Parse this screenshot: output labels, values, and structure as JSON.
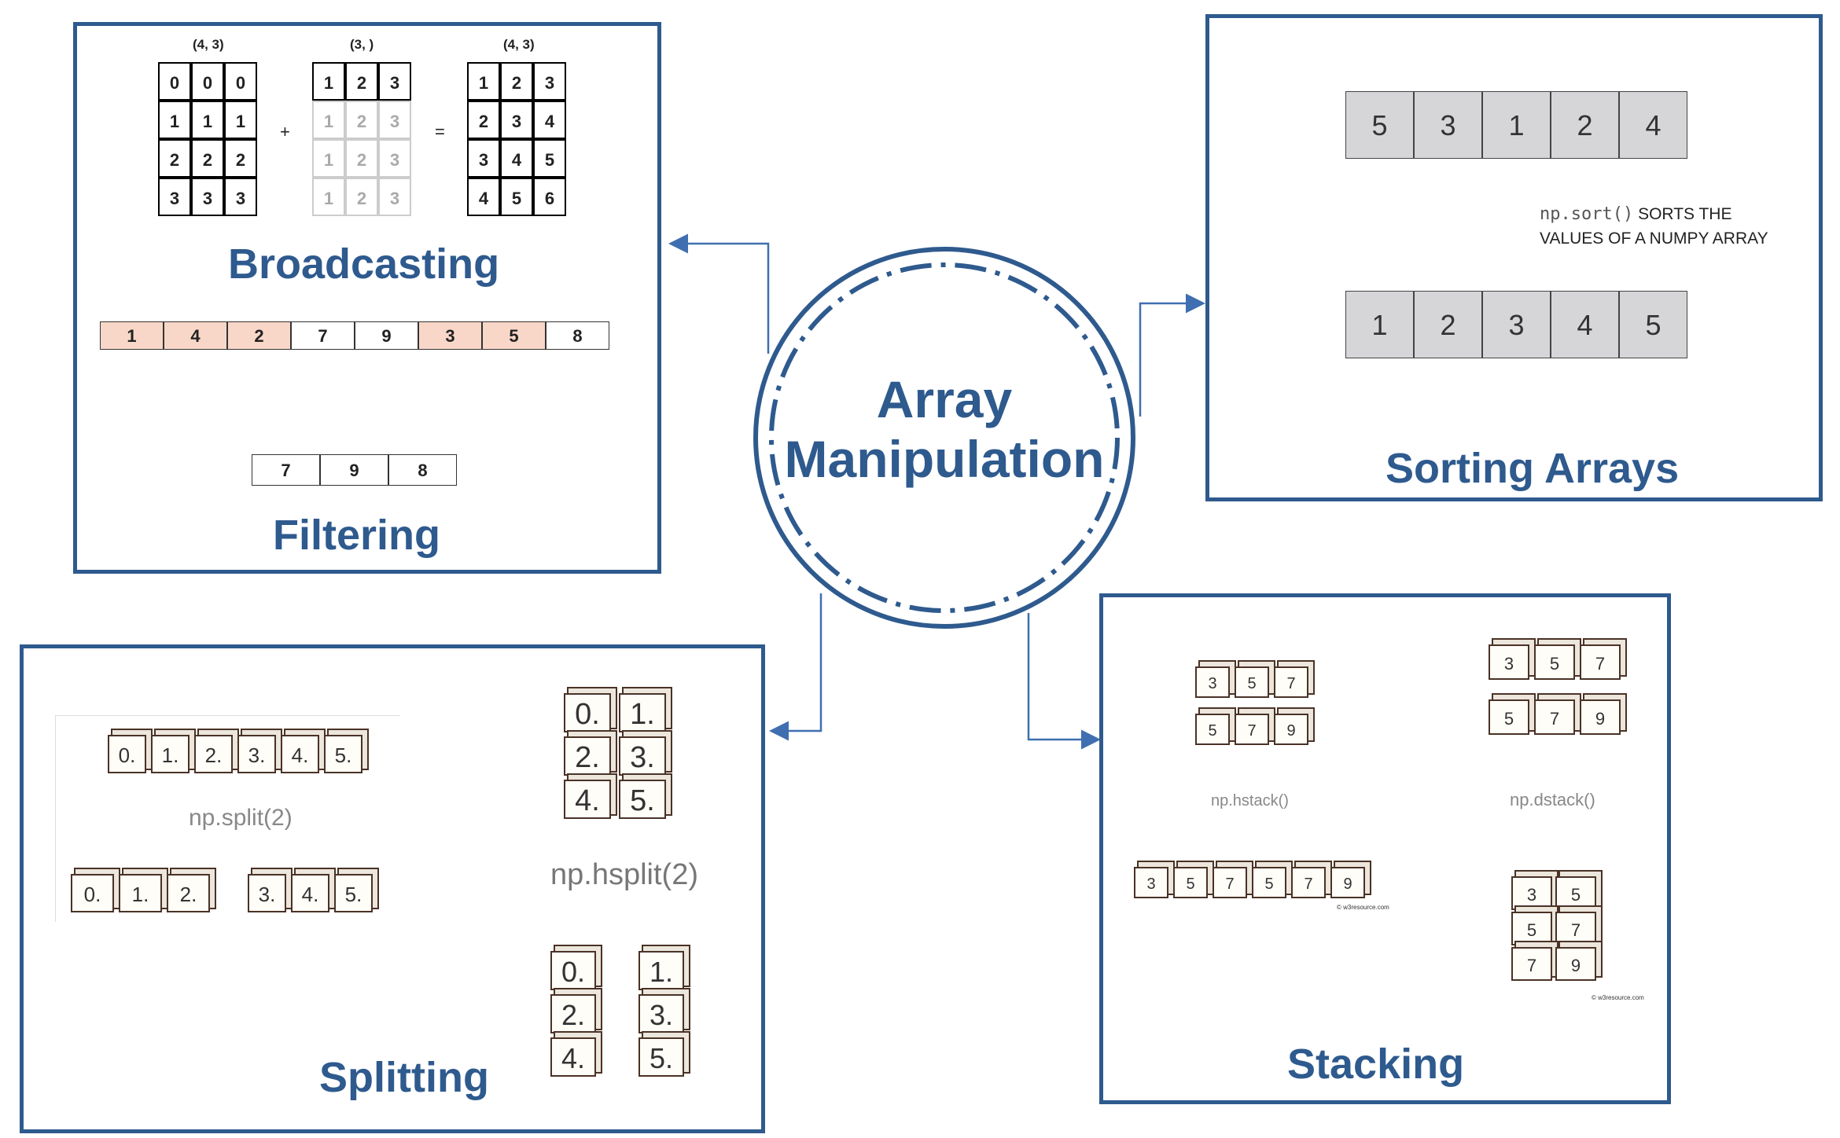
{
  "center": {
    "line1": "Array",
    "line2": "Manipulation"
  },
  "broadcasting": {
    "title": "Broadcasting",
    "shape_a": "(4, 3)",
    "shape_b": "(3, )",
    "shape_c": "(4, 3)",
    "plus": "+",
    "equals": "=",
    "matrix_a": [
      [
        "0",
        "0",
        "0"
      ],
      [
        "1",
        "1",
        "1"
      ],
      [
        "2",
        "2",
        "2"
      ],
      [
        "3",
        "3",
        "3"
      ]
    ],
    "matrix_b": [
      [
        "1",
        "2",
        "3"
      ],
      [
        "1",
        "2",
        "3"
      ],
      [
        "1",
        "2",
        "3"
      ],
      [
        "1",
        "2",
        "3"
      ]
    ],
    "matrix_c": [
      [
        "1",
        "2",
        "3"
      ],
      [
        "2",
        "3",
        "4"
      ],
      [
        "3",
        "4",
        "5"
      ],
      [
        "4",
        "5",
        "6"
      ]
    ]
  },
  "filtering": {
    "title": "Filtering",
    "input": [
      "1",
      "4",
      "2",
      "7",
      "9",
      "3",
      "5",
      "8"
    ],
    "highlighted": [
      true,
      true,
      true,
      false,
      false,
      true,
      true,
      false
    ],
    "output": [
      "7",
      "9",
      "8"
    ]
  },
  "sorting": {
    "title": "Sorting Arrays",
    "before": [
      "5",
      "3",
      "1",
      "2",
      "4"
    ],
    "after": [
      "1",
      "2",
      "3",
      "4",
      "5"
    ],
    "code": "np.sort()",
    "desc1": "SORTS THE",
    "desc2": "VALUES OF A NUMPY ARRAY",
    "arrow_color": "#cc1111"
  },
  "splitting": {
    "title": "Splitting",
    "split_input": [
      "0.",
      "1.",
      "2.",
      "3.",
      "4.",
      "5."
    ],
    "split_label": "np.split(2)",
    "split_out_a": [
      "0.",
      "1.",
      "2."
    ],
    "split_out_b": [
      "3.",
      "4.",
      "5."
    ],
    "hsplit_grid": [
      [
        "0.",
        "1."
      ],
      [
        "2.",
        "3."
      ],
      [
        "4.",
        "5."
      ]
    ],
    "hsplit_label": "np.hsplit(2)",
    "hsplit_out_a": [
      "0.",
      "2.",
      "4."
    ],
    "hsplit_out_b": [
      "1.",
      "3.",
      "5."
    ]
  },
  "stacking": {
    "title": "Stacking",
    "h_row1": [
      "3",
      "5",
      "7"
    ],
    "h_row2": [
      "5",
      "7",
      "9"
    ],
    "hstack_label": "np.hstack()",
    "h_result": [
      "3",
      "5",
      "7",
      "5",
      "7",
      "9"
    ],
    "d_row1": [
      "3",
      "5",
      "7"
    ],
    "d_row2": [
      "5",
      "7",
      "9"
    ],
    "dstack_label": "np.dstack()",
    "d_result": [
      [
        "3",
        "5"
      ],
      [
        "5",
        "7"
      ],
      [
        "7",
        "9"
      ]
    ],
    "credit": "© w3resource.com"
  },
  "colors": {
    "accent": "#2e5a8e",
    "highlight": "#f9d7c8",
    "cube_border": "#4a3226"
  }
}
